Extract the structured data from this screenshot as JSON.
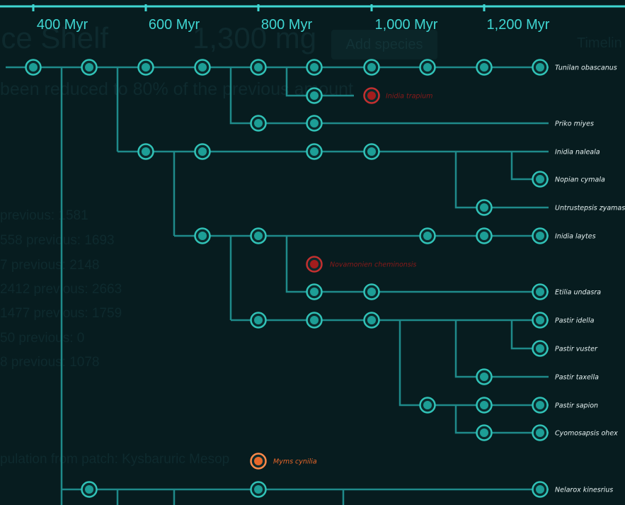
{
  "background": {
    "title": "lce Shelf",
    "population": "1,300 mg",
    "button": "Add species",
    "timeline_tab": "Timelin",
    "subtitle": "been reduced to 80% of the previous amount",
    "stats": [
      "previous: 1581",
      "558 previous: 1693",
      "7 previous: 2148",
      "2412 previous: 2663",
      "1477 previous: 1759",
      "50 previous: 0",
      "8 previous: 1078"
    ],
    "patch_note": "pulation from patch: Kysbaruric Mesop"
  },
  "axis": {
    "ticks": [
      "400 Myr",
      "600 Myr",
      "800 Myr",
      "1,000 Myr",
      "1,200 Myr"
    ]
  },
  "colors": {
    "background": "#071c1f",
    "line": "#1f8a8a",
    "node_fill": "#1d9e96",
    "node_ring": "#31c2b7",
    "axis": "#3fd6d2",
    "label": "#e6f2f2",
    "extinct": "#a31d1d",
    "extinct_label": "#8a1a1a",
    "player": "#e8672a"
  },
  "species": {
    "tunilan_obascanus": "Tunilan obascanus",
    "inidia_trapium": "Inidia trapium",
    "priko_miyes": "Priko miyes",
    "inidia_naleala": "Inidia naleala",
    "nopian_cymala": "Nopian cymala",
    "untrustepsis_zyamasia": "Untrustepsis zyamasia",
    "inidia_laytes": "Inidia laytes",
    "novamonien_chemionsis": "Novamonien cheminonsis",
    "etilia_undasra": "Etilia undasra",
    "pastir_idella": "Pastir idella",
    "pastir_vuster": "Pastir vuster",
    "pastir_taxella": "Pastir taxella",
    "pastir_sapion": "Pastir sapion",
    "cyomosapsis_ohex": "Cyomosapsis ohex",
    "myms_cynilia": "Myms cynilia",
    "nelarox_kinesrius": "Nelarox kinesrius"
  }
}
